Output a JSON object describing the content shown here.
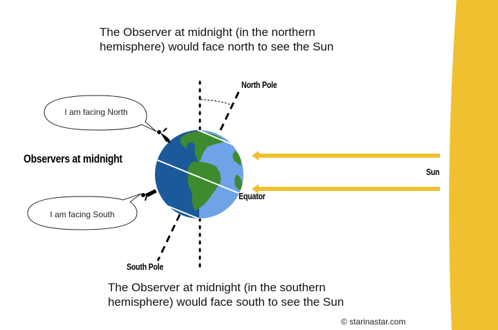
{
  "captions": {
    "top_line1": "The Observer at midnight (in the northern",
    "top_line2": "hemisphere) would face north to see the Sun",
    "bottom_line1": "The Observer at midnight (in the southern",
    "bottom_line2": "hemisphere) would face south to see the Sun"
  },
  "labels": {
    "north_pole": "North Pole",
    "south_pole": "South Pole",
    "equator": "Equator",
    "sun": "Sun",
    "observers": "Observers at midnight"
  },
  "bubbles": {
    "north": "I am facing North",
    "south": "I am facing South"
  },
  "copyright": "© starinastar.com",
  "colors": {
    "sun": "#F0C030",
    "ray": "#F0C030",
    "ocean_dark": "#1B5A9A",
    "ocean_light": "#6FA3E8",
    "land": "#3E8A2E",
    "text": "#111111"
  }
}
